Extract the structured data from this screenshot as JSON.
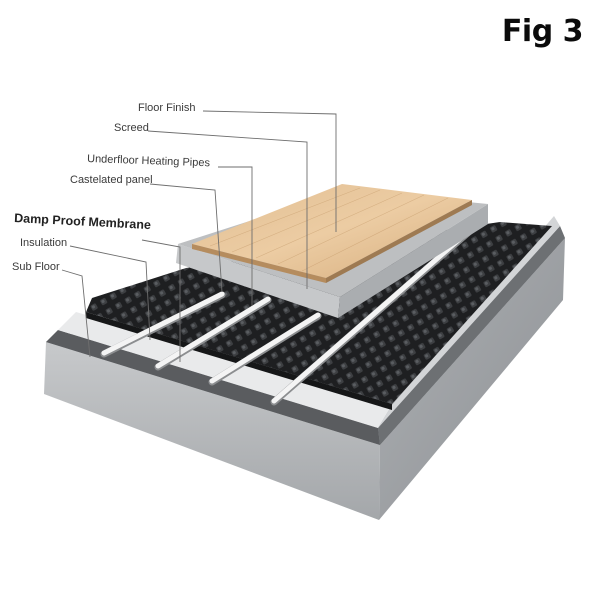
{
  "figure_title": "Fig 3",
  "labels": {
    "floor_finish": "Floor Finish",
    "screed": "Screed",
    "underfloor_heating_pipes": "Underfloor Heating Pipes",
    "castelated_panel": "Castelated panel",
    "damp_proof_membrane": "Damp Proof Membrane",
    "insulation": "Insulation",
    "sub_floor": "Sub Floor"
  }
}
